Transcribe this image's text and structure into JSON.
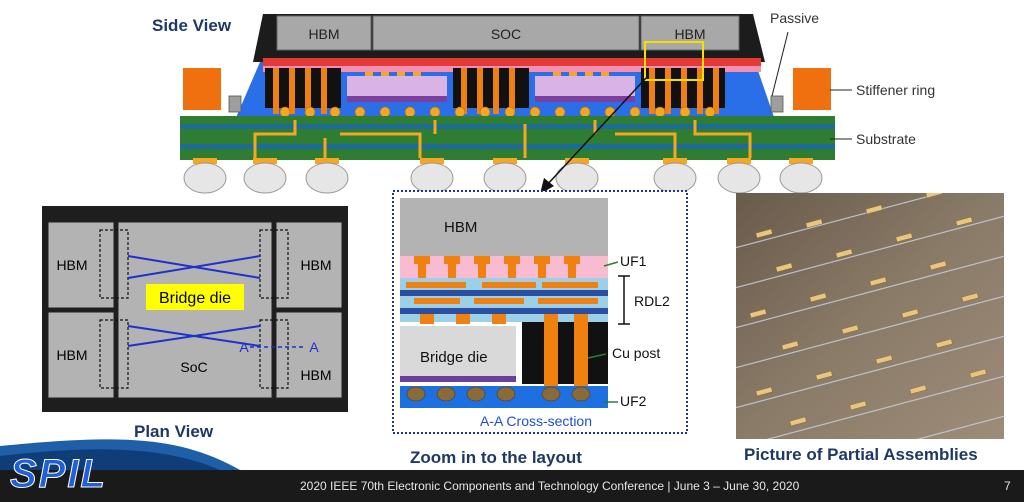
{
  "side_view": {
    "title": "Side View",
    "labels": {
      "hbm_left": "HBM",
      "soc": "SOC",
      "hbm_right": "HBM"
    },
    "callouts": {
      "passive": "Passive",
      "stiffener": "Stiffener ring",
      "substrate": "Substrate"
    }
  },
  "plan_view": {
    "title": "Plan View",
    "labels": {
      "hbm_tl": "HBM",
      "hbm_bl": "HBM",
      "hbm_tr": "HBM",
      "hbm_br": "HBM",
      "bridge_die": "Bridge die",
      "soc": "SoC",
      "a_left": "A",
      "a_right": "A"
    }
  },
  "zoom": {
    "title": "Zoom in to the layout",
    "caption": "A-A Cross-section",
    "labels": {
      "hbm": "HBM",
      "bridge_die": "Bridge die",
      "uf1": "UF1",
      "rdl2": "RDL2",
      "cu_post": "Cu post",
      "uf2": "UF2"
    }
  },
  "photo": {
    "title": "Picture of Partial Assemblies"
  },
  "footer": {
    "logo": "SPIL",
    "conference": "2020 IEEE 70th Electronic Components and Technology Conference |  June 3 – June 30, 2020",
    "page": "7"
  },
  "colors": {
    "heading": "#1f3864",
    "substrate": "#2e7d32",
    "copper": "#f08010",
    "blue": "#1e6fe0",
    "hbm_gray": "#a8a8a8",
    "bridge_yellow": "#ffff00"
  }
}
